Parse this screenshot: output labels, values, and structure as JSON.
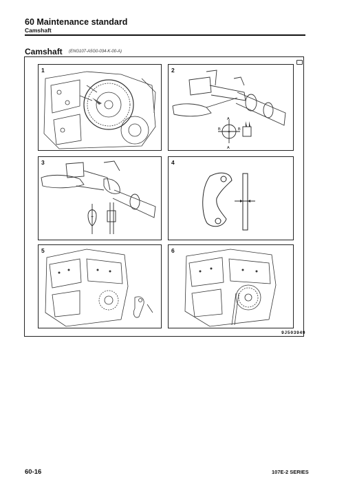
{
  "header": {
    "chapter": "60 Maintenance standard",
    "section": "Camshaft"
  },
  "content": {
    "title": "Camshaft",
    "doc_code": "(ENG107-A5G0-034-K-00-A)",
    "figure_code": "9J503949",
    "panels": [
      {
        "number": "1",
        "depicts": "engine front gear housing with camshaft gear"
      },
      {
        "number": "2",
        "depicts": "measuring camshaft journal with micrometer; measurement direction diagram"
      },
      {
        "number": "3",
        "depicts": "measuring camshaft cam lobe with micrometer; measurement diagram"
      },
      {
        "number": "4",
        "depicts": "thrust plate thickness measurement"
      },
      {
        "number": "5",
        "depicts": "engine with camshaft gear and thrust plate bolt removed"
      },
      {
        "number": "6",
        "depicts": "engine with camshaft installed in housing"
      }
    ],
    "diagram_labels": {
      "a": "A",
      "b": "B"
    }
  },
  "footer": {
    "page_number": "60-16",
    "series": "107E-2 SERIES"
  }
}
